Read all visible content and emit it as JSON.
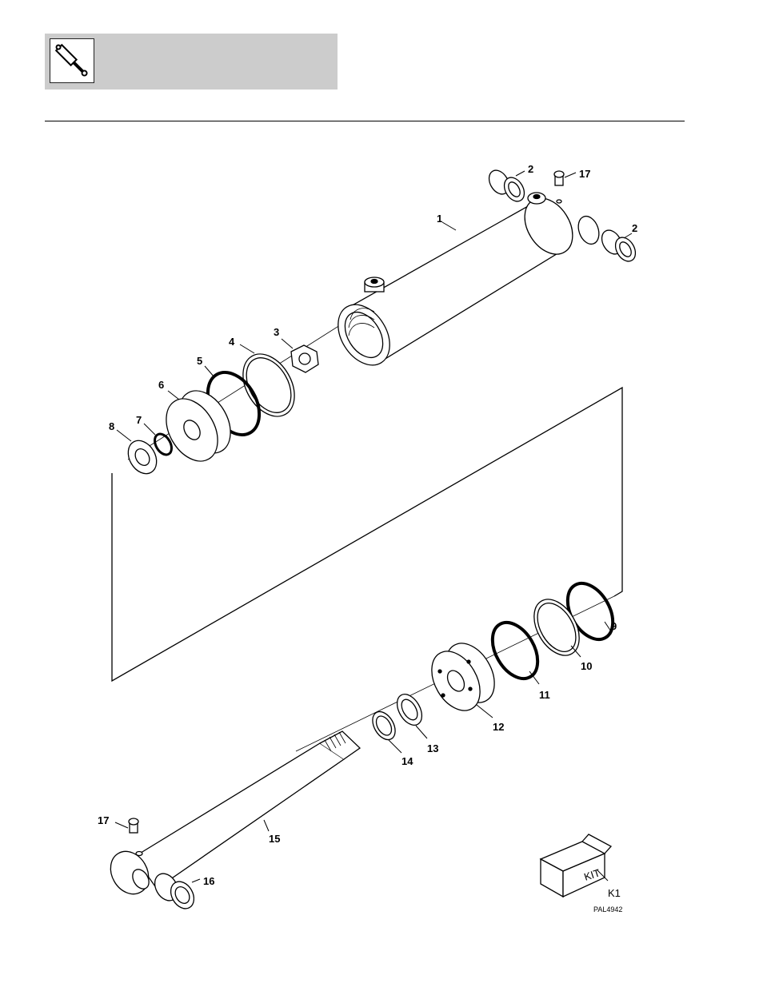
{
  "header": {
    "band_color": "#cccccc",
    "icon": "hydraulic-cylinder-icon"
  },
  "diagram": {
    "figure_id": "PAL4942",
    "kit_label": "KIT",
    "kit_callout": "K1",
    "callouts": {
      "c1": "1",
      "c2a": "2",
      "c2b": "2",
      "c3": "3",
      "c4": "4",
      "c5": "5",
      "c6": "6",
      "c7": "7",
      "c8": "8",
      "c9": "9",
      "c10": "10",
      "c11": "11",
      "c12": "12",
      "c13": "13",
      "c14": "14",
      "c15": "15",
      "c16": "16",
      "c17a": "17",
      "c17b": "17"
    }
  }
}
